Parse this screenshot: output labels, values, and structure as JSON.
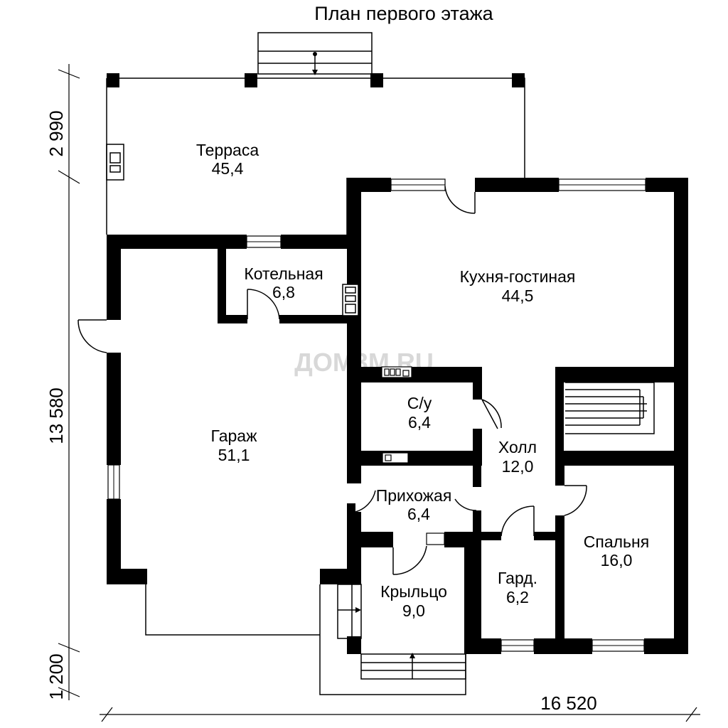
{
  "title": "План первого этажа",
  "watermark": "ДОМ3М.RU",
  "rooms": [
    {
      "name": "Терраса",
      "area": "45,4"
    },
    {
      "name": "Котельная",
      "area": "6,8"
    },
    {
      "name": "Кухня-гостиная",
      "area": "44,5"
    },
    {
      "name": "Гараж",
      "area": "51,1"
    },
    {
      "name": "С/у",
      "area": "6,4"
    },
    {
      "name": "Холл",
      "area": "12,0"
    },
    {
      "name": "Прихожая",
      "area": "6,4"
    },
    {
      "name": "Спальня",
      "area": "16,0"
    },
    {
      "name": "Гард.",
      "area": "6,2"
    },
    {
      "name": "Крыльцо",
      "area": "9,0"
    }
  ],
  "dimensions": {
    "terrace_depth": "2 990",
    "house_depth": "13 580",
    "porch_depth": "1 200",
    "total_width": "16 520"
  }
}
